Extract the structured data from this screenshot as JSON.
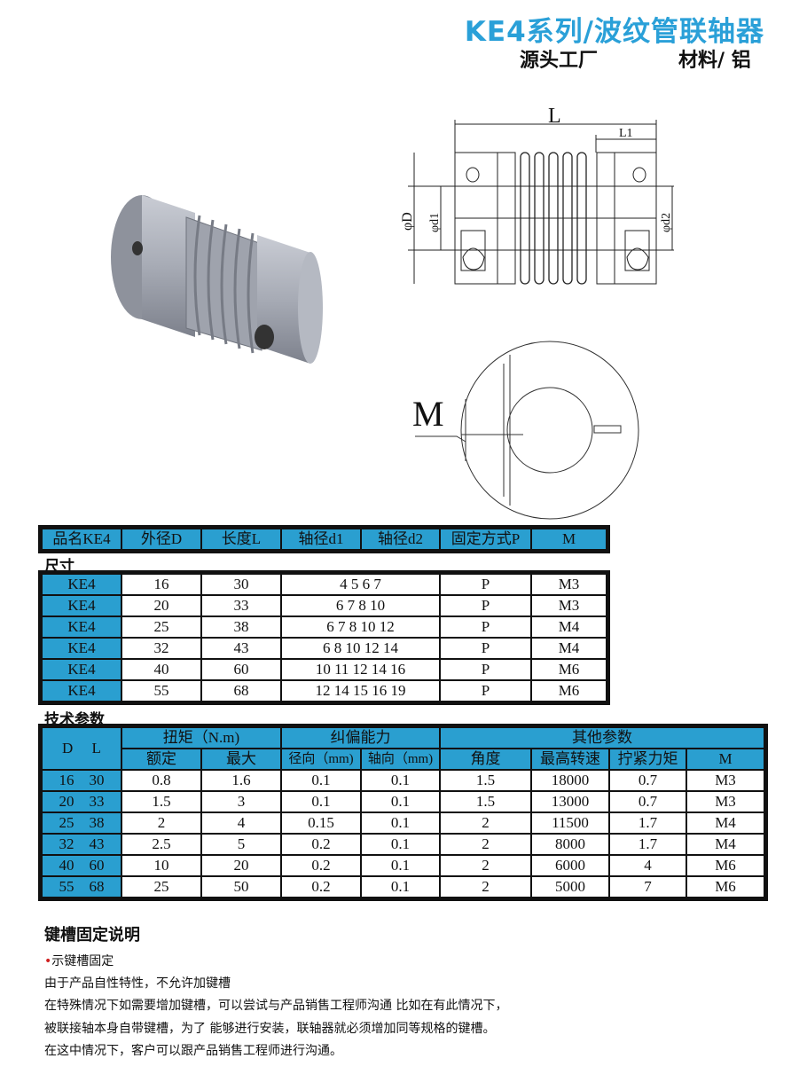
{
  "header": {
    "title": "KE4系列/波纹管联轴器",
    "factory": "源头工厂",
    "material": "材料/ 铝"
  },
  "drawing": {
    "length_label": "L",
    "l1_label": "L1",
    "d_label": "φD",
    "d1_label": "φd1",
    "d2_label": "φd2",
    "m_label": "M"
  },
  "size_table": {
    "section_label": "尺寸",
    "headers": [
      "品名KE4",
      "外径D",
      "长度L",
      "轴径d1",
      "轴径d2",
      "固定方式P",
      "M"
    ],
    "rows": [
      [
        "KE4",
        "16",
        "30",
        "4 5 6 7",
        "P",
        "M3"
      ],
      [
        "KE4",
        "20",
        "33",
        "6 7 8 10",
        "P",
        "M3"
      ],
      [
        "KE4",
        "25",
        "38",
        "6 7 8 10 12",
        "P",
        "M4"
      ],
      [
        "KE4",
        "32",
        "43",
        "6 8 10 12 14",
        "P",
        "M4"
      ],
      [
        "KE4",
        "40",
        "60",
        "10 11 12 14 16",
        "P",
        "M6"
      ],
      [
        "KE4",
        "55",
        "68",
        "12 14 15 16 19",
        "P",
        "M6"
      ]
    ]
  },
  "tech_table": {
    "section_label": "技术参数",
    "dl_header": "D　 L",
    "groups": [
      "扭矩（N.m)",
      "纠偏能力",
      "其他参数"
    ],
    "subheaders": [
      "额定",
      "最大",
      "径向（mm)",
      "轴向（mm)",
      "角度",
      "最高转速",
      "拧紧力矩",
      "M"
    ],
    "rows": [
      [
        "16　30",
        "0.8",
        "1.6",
        "0.1",
        "0.1",
        "1.5",
        "18000",
        "0.7",
        "M3"
      ],
      [
        "20　33",
        "1.5",
        "3",
        "0.1",
        "0.1",
        "1.5",
        "13000",
        "0.7",
        "M3"
      ],
      [
        "25　38",
        "2",
        "4",
        "0.15",
        "0.1",
        "2",
        "11500",
        "1.7",
        "M4"
      ],
      [
        "32　43",
        "2.5",
        "5",
        "0.2",
        "0.1",
        "2",
        "8000",
        "1.7",
        "M4"
      ],
      [
        "40　60",
        "10",
        "20",
        "0.2",
        "0.1",
        "2",
        "6000",
        "4",
        "M6"
      ],
      [
        "55　68",
        "25",
        "50",
        "0.2",
        "0.1",
        "2",
        "5000",
        "7",
        "M6"
      ]
    ]
  },
  "notes": {
    "title": "键槽固定说明",
    "bullet": "示键槽固定",
    "lines": [
      "由于产品自性特性，不允许加键槽",
      "在特殊情况下如需要增加键槽，可以尝试与产品销售工程师沟通 比如在有此情况下，",
      "被联接轴本身自带键槽，为了 能够进行安装，联轴器就必须增加同等规格的键槽。",
      "在这中情况下，客户可以跟产品销售工程师进行沟通。"
    ]
  },
  "colors": {
    "accent": "#2a9fd0",
    "title": "#2aa0d8"
  }
}
